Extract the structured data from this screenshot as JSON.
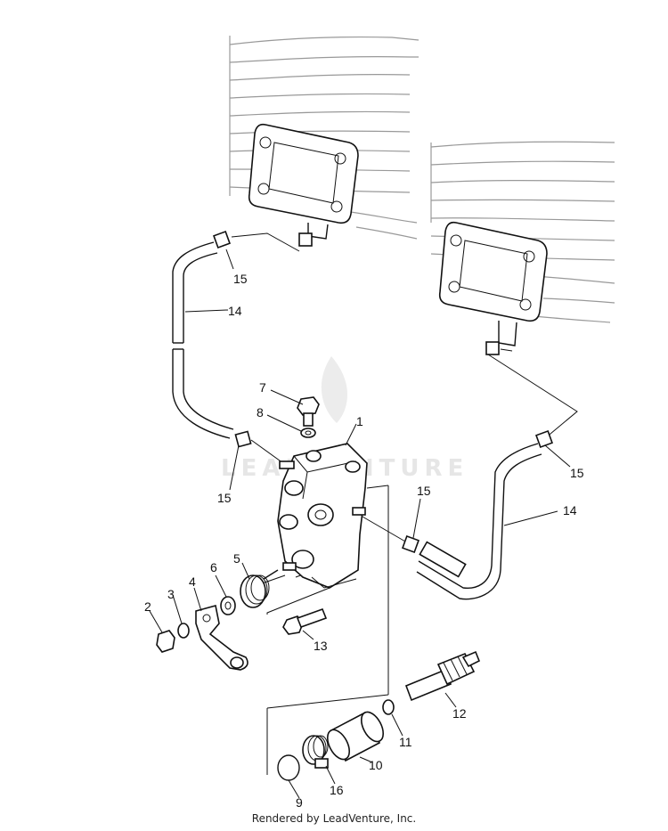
{
  "watermark": "LEADVENTURE",
  "footer": "Rendered by LeadVenture, Inc.",
  "callouts": [
    {
      "id": "1",
      "text": "1"
    },
    {
      "id": "2",
      "text": "2"
    },
    {
      "id": "3",
      "text": "3"
    },
    {
      "id": "4",
      "text": "4"
    },
    {
      "id": "5",
      "text": "5"
    },
    {
      "id": "6",
      "text": "6"
    },
    {
      "id": "7",
      "text": "7"
    },
    {
      "id": "8",
      "text": "8"
    },
    {
      "id": "9",
      "text": "9"
    },
    {
      "id": "10",
      "text": "10"
    },
    {
      "id": "11",
      "text": "11"
    },
    {
      "id": "12",
      "text": "12"
    },
    {
      "id": "13",
      "text": "13"
    },
    {
      "id": "14a",
      "text": "14"
    },
    {
      "id": "14b",
      "text": "14"
    },
    {
      "id": "15a",
      "text": "15"
    },
    {
      "id": "15b",
      "text": "15"
    },
    {
      "id": "15c",
      "text": "15"
    },
    {
      "id": "15d",
      "text": "15"
    },
    {
      "id": "16",
      "text": "16"
    }
  ]
}
